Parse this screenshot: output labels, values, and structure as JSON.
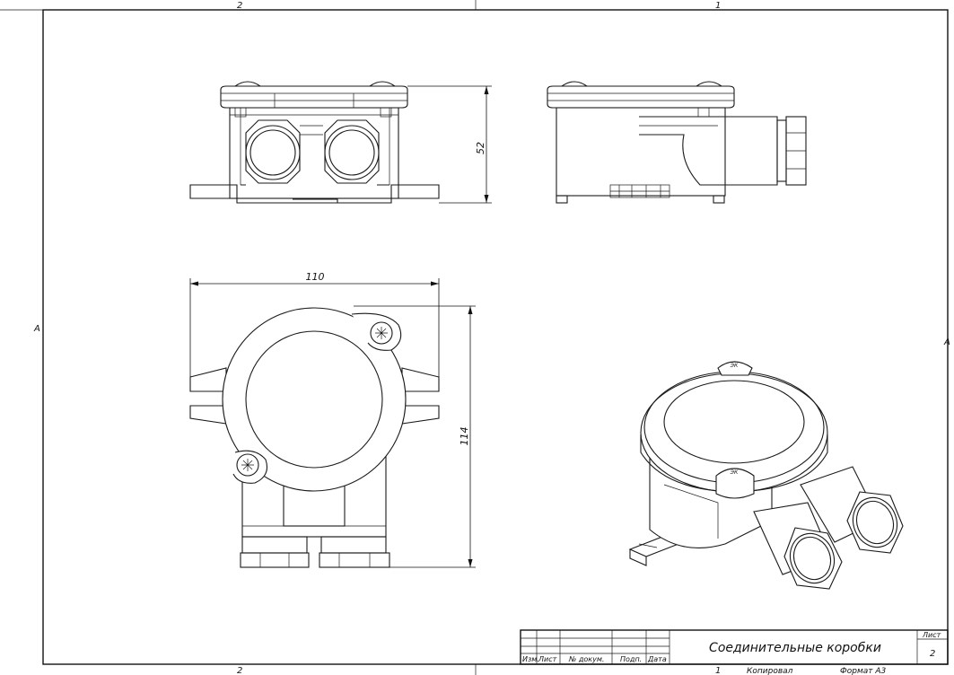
{
  "zone_marks": {
    "top_left": "2",
    "top_right": "1",
    "bottom_left": "2",
    "bottom_right": "1",
    "left": "A",
    "right": "A"
  },
  "dimensions": {
    "height": "52",
    "width": "110",
    "length": "114"
  },
  "stamp": {
    "title": "Соединительные коробки",
    "sheet_label": "Лист",
    "sheet_number": "2",
    "columns": [
      "Изм.",
      "Лист",
      "№ докум.",
      "Подп.",
      "Дата"
    ],
    "copied_label": "Копировал",
    "format_label": "Формат А3"
  },
  "logo_text": "ЭК",
  "colors": {
    "line": "#1a1a1a",
    "paper": "#ffffff"
  }
}
